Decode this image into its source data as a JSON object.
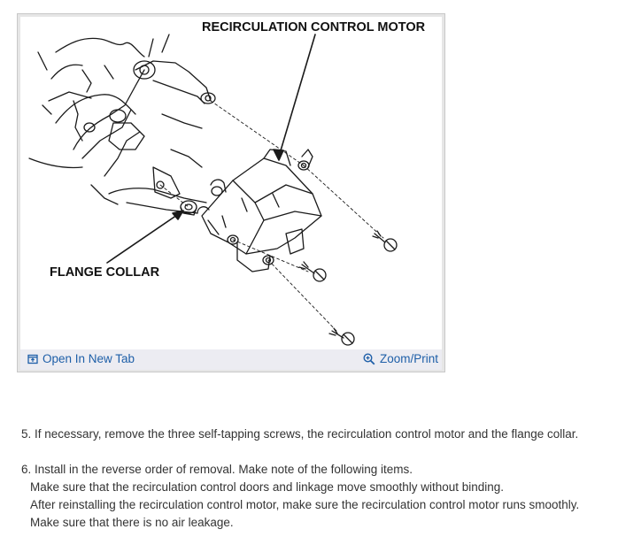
{
  "figure": {
    "labels": {
      "motor": "RECIRCULATION CONTROL MOTOR",
      "collar": "FLANGE COLLAR"
    },
    "toolbar": {
      "open_tab_label": "Open In New Tab",
      "open_tab_icon": "open-new-tab-icon",
      "zoom_label": "Zoom/Print",
      "zoom_icon": "zoom-in-icon"
    },
    "colors": {
      "link": "#1e5fa8",
      "toolbar_bg": "#ececf2",
      "line_art": "#1a1a1a"
    }
  },
  "instructions": {
    "step5": "5. If necessary, remove the three self-tapping screws, the recirculation control motor and the flange collar.",
    "step6": {
      "intro": "6. Install in the reverse order of removal. Make note of the following items.",
      "items": [
        "Make sure that the recirculation control doors and linkage move smoothly without binding.",
        "After reinstalling the recirculation control motor, make sure the recirculation control motor runs smoothly.",
        "Make sure that there is no air leakage."
      ]
    }
  }
}
